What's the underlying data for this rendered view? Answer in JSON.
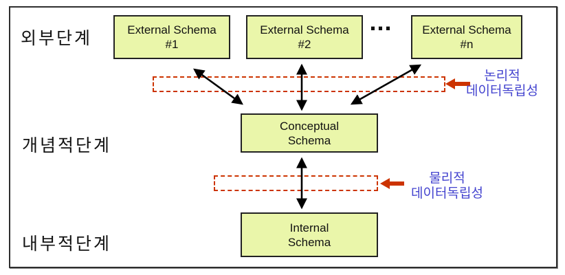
{
  "levels": [
    {
      "label": "외부단계"
    },
    {
      "label": "개념적단계"
    },
    {
      "label": "내부적단계"
    }
  ],
  "schema_boxes": {
    "external": [
      {
        "line1": "External Schema",
        "line2": "#1"
      },
      {
        "line1": "External Schema",
        "line2": "#2"
      },
      {
        "line1": "External Schema",
        "line2": "#n"
      }
    ],
    "ellipsis": "...",
    "conceptual": {
      "line1": "Conceptual",
      "line2": "Schema"
    },
    "internal": {
      "line1": "Internal",
      "line2": "Schema"
    }
  },
  "independence_labels": {
    "logical": {
      "line1": "논리적",
      "line2": "데이터독립성"
    },
    "physical": {
      "line1": "물리적",
      "line2": "데이터독립성"
    }
  },
  "colors": {
    "box_fill": "#eaf6aa",
    "box_border": "#222222",
    "dashed_zone_red": "#cc3300",
    "pointer_arrow_red": "#cc3300",
    "independence_text_blue": "#4343cf",
    "connector_black": "#000000",
    "frame_border": "#2e2e2e"
  }
}
